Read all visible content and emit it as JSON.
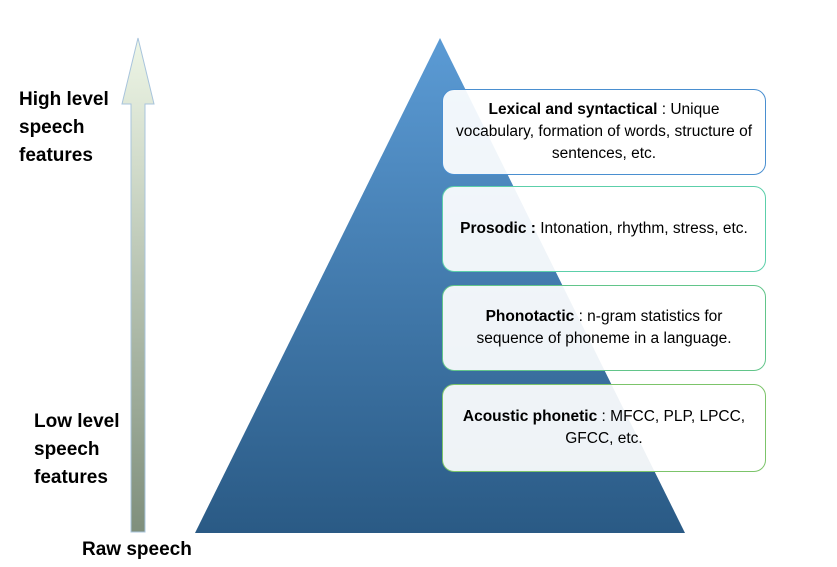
{
  "axis": {
    "high_label": "High level speech features",
    "low_label": "Low level speech features",
    "raw_label": "Raw speech"
  },
  "layers": [
    {
      "term": "Lexical and syntactical",
      "desc": " : Unique vocabulary, formation of words, structure of sentences, etc."
    },
    {
      "term": "Prosodic :",
      "desc": " Intonation, rhythm, stress, etc."
    },
    {
      "term": "Phonotactic",
      "desc": " :  n-gram statistics for sequence of phoneme in a language."
    },
    {
      "term": "Acoustic phonetic",
      "desc": " : MFCC, PLP, LPCC, GFCC, etc."
    }
  ],
  "colors": {
    "pyramid_top": "#5b9bd5",
    "pyramid_bottom": "#2a5a85",
    "arrow_top": "#eef6e6",
    "arrow_bottom": "#7f8f7c",
    "arrow_border": "#a8c4dc"
  }
}
